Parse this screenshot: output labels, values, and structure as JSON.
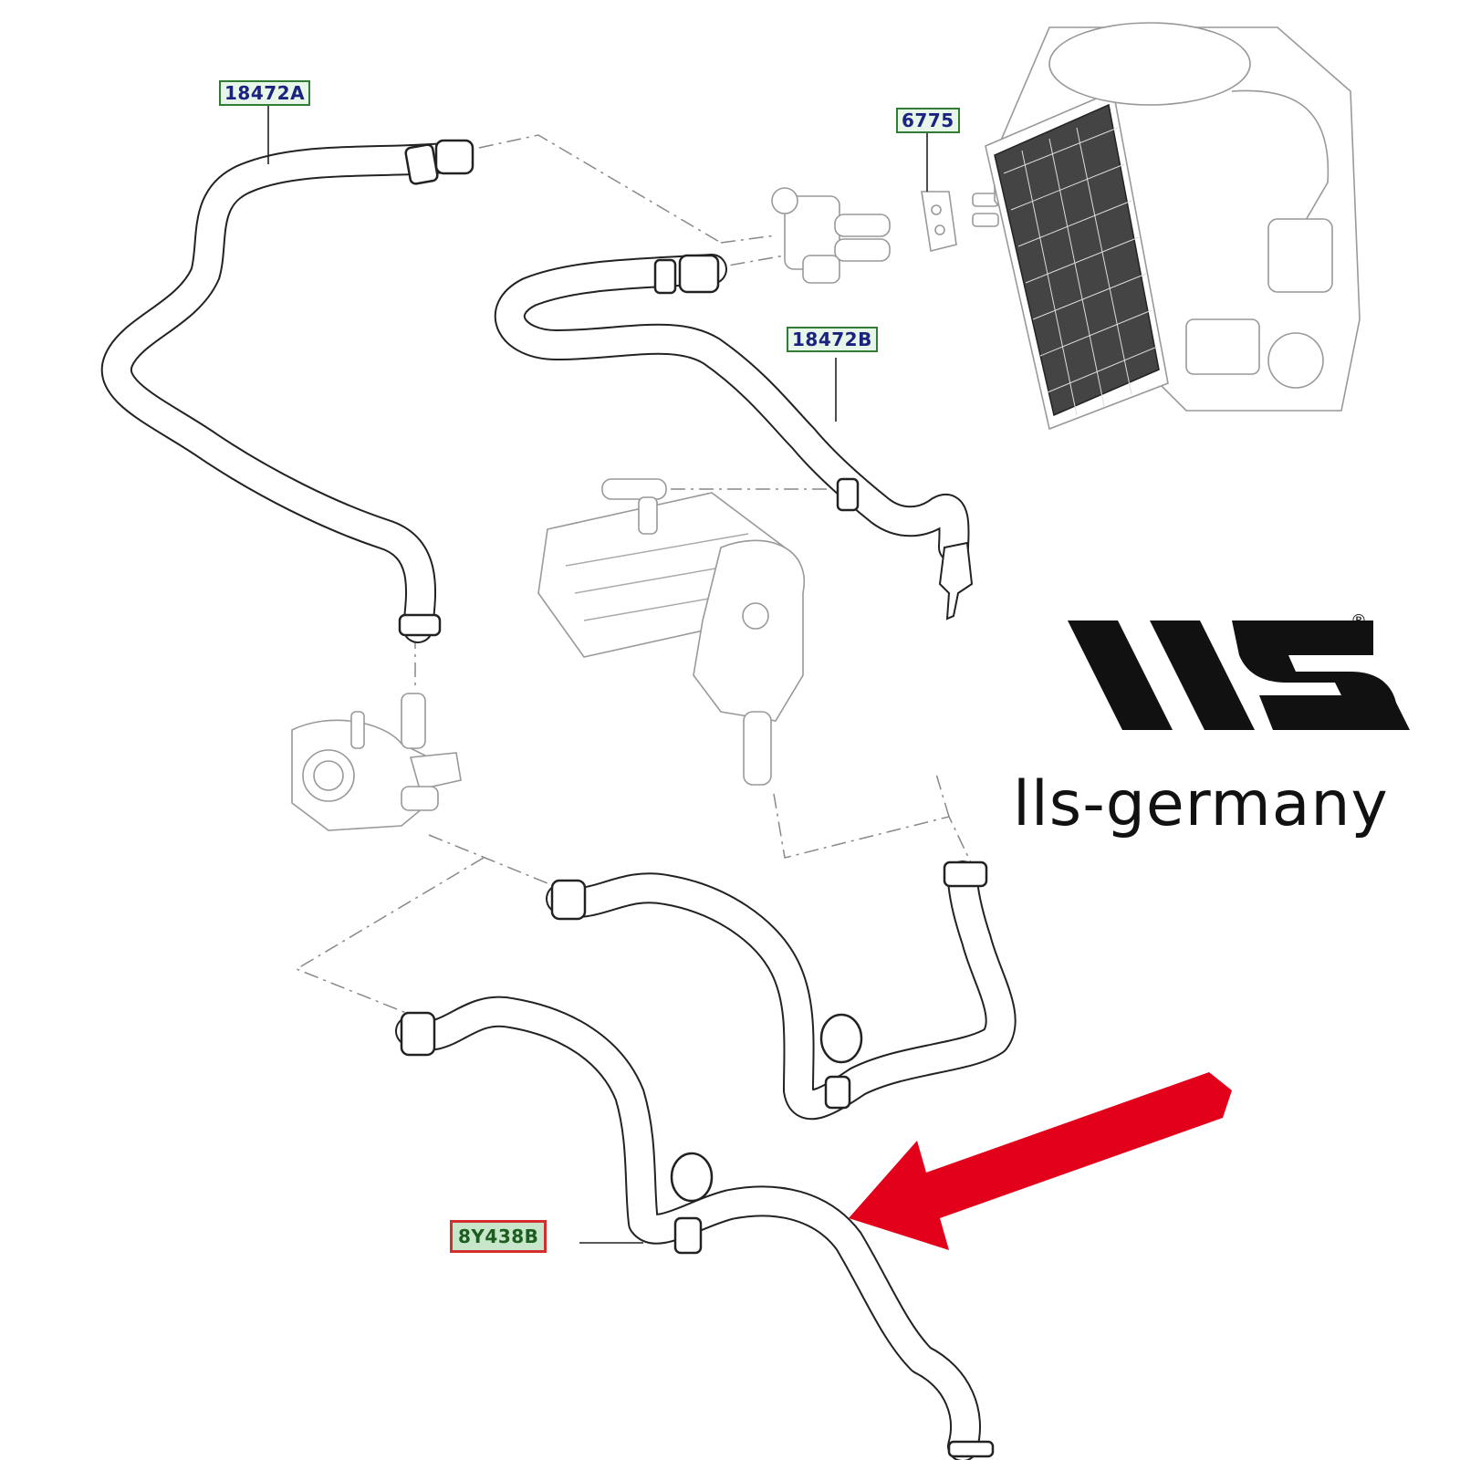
{
  "callouts": [
    {
      "id": "c1",
      "label": "18472A"
    },
    {
      "id": "c2",
      "label": "6775"
    },
    {
      "id": "c3",
      "label": "18472B"
    },
    {
      "id": "c4",
      "label": "8Y438B",
      "highlighted": true
    }
  ],
  "brand": {
    "name": "lls-germany",
    "registered_mark": "®"
  },
  "colors": {
    "line": "#222222",
    "dash": "#888888",
    "arrow": "#e3001b",
    "callout_border": "#2e7d32",
    "callout_highlight": "#d32f2f"
  }
}
